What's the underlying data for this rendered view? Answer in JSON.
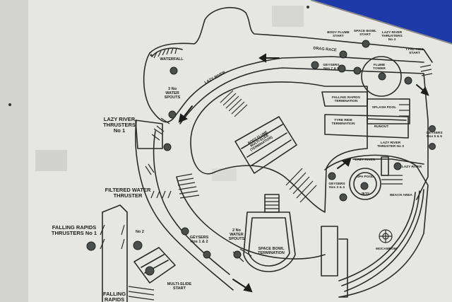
{
  "colors": {
    "board": "#e6e7e3",
    "line": "#2a2a2a",
    "wall": "#1e3aa8",
    "button": "#4a4e4c"
  },
  "labels": {
    "waterfall": "WATERFALL",
    "lazy_river_top": "LAZY RIVER",
    "water_spouts_3": "3 No\nWATER\nSPOUTS",
    "lazy_river_thrusters_1": "LAZY RIVER\nTHRUSTERS\nNo 1",
    "filtered_water_thruster": "FILTERED WATER\nTHRUSTER",
    "falling_rapids_thrusters_1": "FALLING RAPIDS\nTHRUSTERS No 1",
    "no_2": "No 2",
    "falling_rapids_bottom": "FALLING\nRAPIDS",
    "multi_slide_start": "MULTI-SLIDE\nSTART",
    "geysers_1_2": "GEYSERS\nNos 1 & 2",
    "water_spouts_2": "2 No\nWATER\nSPOUTS",
    "space_bowl_termination": "SPACE BOWL\nTERMINATION",
    "multi_slide_body": "BODY FLUME\nMULTI-SLIDE\n(TERMINATION)",
    "drag_race": "DRAG RACE",
    "geysers_7_8": "GEYSERS\nNos 7 & 8",
    "body_flume_start": "BODY FLUME\nSTART",
    "space_bowl_start": "SPACE BOWL\nSTART",
    "lazy_river_thrusters_4": "LAZY RIVER\nTHRUSTERS\nNo 4",
    "tyre_ride_start": "TYRE RIDE\nSTART",
    "flume_tower": "FLUME\nTOWER",
    "falling_rapids_termination": "FALLING RAPIDS\nTERMINATION",
    "splash_pool": "SPLASH POOL",
    "tyre_ride_termination": "TYRE RIDE\nTERMINATION",
    "runout": "RUNOUT",
    "lazy_river_thruster_3": "LAZY RIVER\nTHRUSTER No 3",
    "geysers_5_6": "GEYSERS\nNos 5 & 6",
    "lazy_river_mid": "LAZY RIVER",
    "lazy_river_right": "LAZY RIVER",
    "geysers_3_4": "GEYSERS\nNos 3 & 4",
    "spa_pool": "SPA POOL",
    "jets": "JETS",
    "beach_area": "BEACH AREA",
    "wave_machine": "MOCAMBOM"
  }
}
